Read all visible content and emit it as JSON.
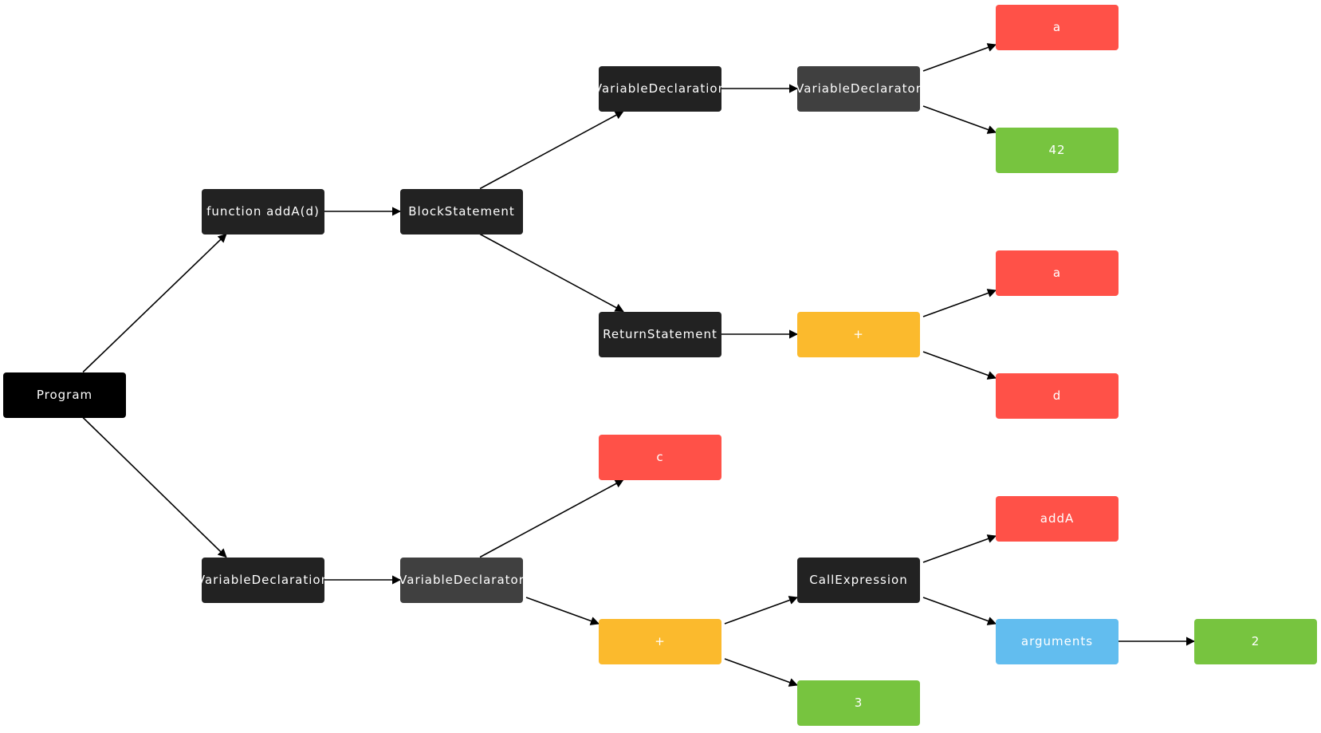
{
  "colors": {
    "root": "#000000",
    "statement": "#222222",
    "declarator": "#404040",
    "identifier": "#ff5148",
    "literal": "#77c43f",
    "operator": "#fbba2d",
    "arguments": "#62bdef",
    "edge": "#000000"
  },
  "nodes": {
    "program": {
      "label": "Program"
    },
    "function_adda": {
      "label": "function addA(d)"
    },
    "block_statement": {
      "label": "BlockStatement"
    },
    "var_declaration_inner": {
      "label": "VariableDeclaration"
    },
    "var_declarator_inner": {
      "label": "VariableDeclarator"
    },
    "ident_a_1": {
      "label": "a"
    },
    "lit_42": {
      "label": "42"
    },
    "return_statement": {
      "label": "ReturnStatement"
    },
    "op_plus_1": {
      "label": "+"
    },
    "ident_a_2": {
      "label": "a"
    },
    "ident_d": {
      "label": "d"
    },
    "var_declaration_outer": {
      "label": "VariableDeclaration"
    },
    "var_declarator_outer": {
      "label": "VariableDeclarator"
    },
    "ident_c": {
      "label": "c"
    },
    "op_plus_2": {
      "label": "+"
    },
    "lit_3": {
      "label": "3"
    },
    "call_expression": {
      "label": "CallExpression"
    },
    "ident_adda": {
      "label": "addA"
    },
    "arguments": {
      "label": "arguments"
    },
    "lit_2": {
      "label": "2"
    }
  },
  "edges": [
    [
      "program",
      "function_adda"
    ],
    [
      "program",
      "var_declaration_outer"
    ],
    [
      "function_adda",
      "block_statement"
    ],
    [
      "block_statement",
      "var_declaration_inner"
    ],
    [
      "block_statement",
      "return_statement"
    ],
    [
      "var_declaration_inner",
      "var_declarator_inner"
    ],
    [
      "var_declarator_inner",
      "ident_a_1"
    ],
    [
      "var_declarator_inner",
      "lit_42"
    ],
    [
      "return_statement",
      "op_plus_1"
    ],
    [
      "op_plus_1",
      "ident_a_2"
    ],
    [
      "op_plus_1",
      "ident_d"
    ],
    [
      "var_declaration_outer",
      "var_declarator_outer"
    ],
    [
      "var_declarator_outer",
      "ident_c"
    ],
    [
      "var_declarator_outer",
      "op_plus_2"
    ],
    [
      "op_plus_2",
      "call_expression"
    ],
    [
      "op_plus_2",
      "lit_3"
    ],
    [
      "call_expression",
      "ident_adda"
    ],
    [
      "call_expression",
      "arguments"
    ],
    [
      "arguments",
      "lit_2"
    ]
  ]
}
